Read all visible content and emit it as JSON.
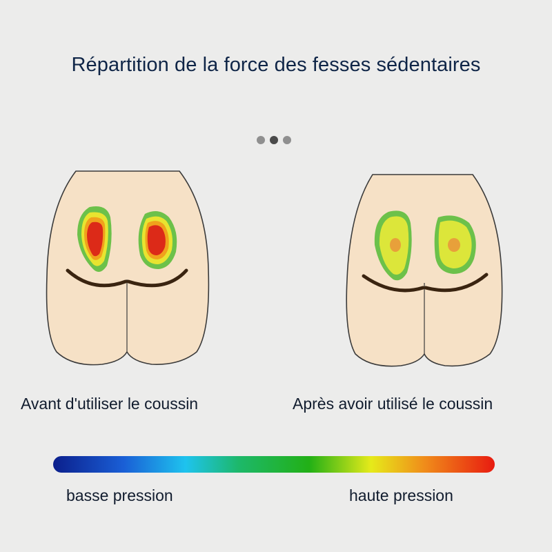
{
  "title": "Répartition de la force des fesses sédentaires",
  "carousel": {
    "dot_count": 3,
    "active_index": 1
  },
  "before": {
    "caption": "Avant d'utiliser le coussin"
  },
  "after": {
    "caption": "Après avoir utilisé le coussin"
  },
  "pressure_scale": {
    "low_label": "basse pression",
    "high_label": "haute pression",
    "colors": [
      "#0b1f8c",
      "#1a5fd6",
      "#1ec3ee",
      "#1db86a",
      "#22b016",
      "#e6ea1a",
      "#f08d1a",
      "#e81b10"
    ]
  },
  "colors": {
    "skin": "#f6e1c6",
    "outline": "#3a3a3a",
    "crease": "#3a2410",
    "green": "#6cc14a",
    "yellow": "#dce63a",
    "orange": "#f0a21c",
    "red": "#dc2a18",
    "light_orange": "#e8a03a"
  }
}
